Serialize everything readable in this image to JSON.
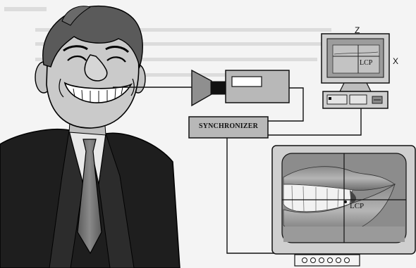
{
  "labels": {
    "synchronizer": "SYNCHRONIZER",
    "axis_z": "Z",
    "axis_x": "X",
    "lcp_screen": "LCP",
    "lcp_photo": "LCP"
  },
  "colors": {
    "background": "#f4f4f4",
    "device_fill": "#b8b8b8",
    "outline": "#1a1a1a",
    "face_skin": "#c8c8c8",
    "suit": "#202020",
    "tie": "#6e6e6e"
  }
}
